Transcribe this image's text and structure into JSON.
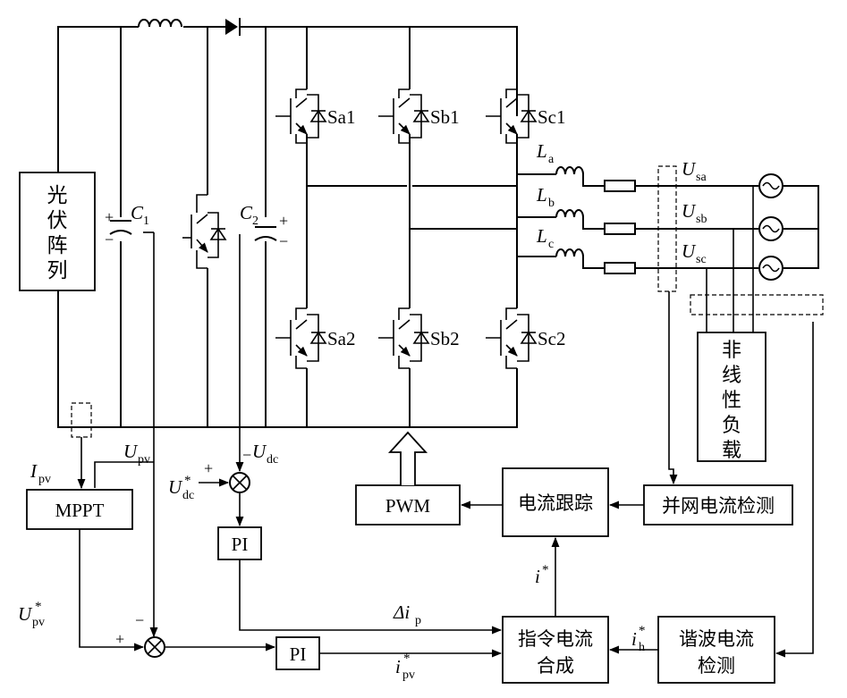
{
  "pv_array": {
    "label": [
      "光",
      "伏",
      "阵",
      "列"
    ]
  },
  "capacitors": {
    "c1": "C",
    "c1_sub": "1",
    "c2": "C",
    "c2_sub": "2",
    "plus": "+",
    "minus": "−"
  },
  "switches": {
    "sa1": "Sa1",
    "sb1": "Sb1",
    "sc1": "Sc1",
    "sa2": "Sa2",
    "sb2": "Sb2",
    "sc2": "Sc2"
  },
  "inductors": {
    "la": "L",
    "la_sub": "a",
    "lb": "L",
    "lb_sub": "b",
    "lc": "L",
    "lc_sub": "c"
  },
  "grid": {
    "usa": "U",
    "usa_sub": "sa",
    "usb": "U",
    "usb_sub": "sb",
    "usc": "U",
    "usc_sub": "sc"
  },
  "nonlinear_load": {
    "label": [
      "非",
      "线",
      "性",
      "负",
      "载"
    ]
  },
  "blocks": {
    "mppt": "MPPT",
    "pi_top": "PI",
    "pi_bottom": "PI",
    "pwm": "PWM",
    "current_tracking": "电流跟踪",
    "grid_current_detect": "并网电流检测",
    "command_current": [
      "指令电流",
      "合成"
    ],
    "harmonic_detect": [
      "谐波电流",
      "检测"
    ]
  },
  "signals": {
    "ipv": "I",
    "ipv_sub": "pv",
    "upv": "U",
    "upv_sub": "pv",
    "udc": "U",
    "udc_sub": "dc",
    "udc_ref": "U",
    "udc_ref_sub": "dc",
    "udc_ref_sup": "*",
    "upv_ref": "U",
    "upv_ref_sub": "pv",
    "upv_ref_sup": "*",
    "delta_ip": "Δi",
    "delta_ip_sub": "p",
    "ipv_ref": "i",
    "ipv_ref_sub": "pv",
    "ipv_ref_sup": "*",
    "i_ref": "i",
    "i_ref_sup": "*",
    "ih_ref": "i",
    "ih_ref_sub": "h",
    "ih_ref_sup": "*",
    "plus": "+",
    "minus": "−"
  }
}
